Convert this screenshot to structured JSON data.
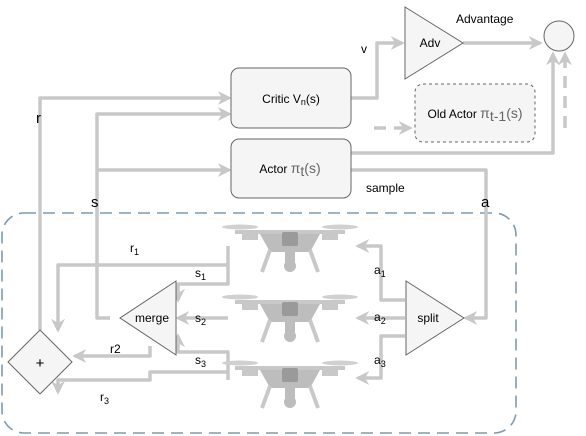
{
  "colors": {
    "arrow": "#c8c8c8",
    "box_fill": "#f5f5f5",
    "box_stroke": "#666666",
    "dash_frame": "#7f9bb1",
    "drone": "#c8c8c8"
  },
  "nodes": {
    "critic": {
      "label": "Critic V",
      "sub": "n",
      "suffix": "(s)"
    },
    "actor": {
      "label": "Actor ",
      "pi": "π",
      "sub": "t",
      "suffix": "(s)"
    },
    "old_actor": {
      "label": "Old Actor ",
      "pi": "π",
      "sub": "t-1",
      "suffix": "(s)"
    },
    "adv": {
      "label": "Adv"
    },
    "merge": {
      "label": "merge"
    },
    "split": {
      "label": "split"
    },
    "plus": {
      "label": "+"
    }
  },
  "edge_labels": {
    "v": "v",
    "advantage": "Advantage",
    "r": "r",
    "s": "s",
    "a": "a",
    "sample": "sample",
    "r1": {
      "base": "r",
      "sub": "1"
    },
    "r2": "r2",
    "r3": {
      "base": "r",
      "sub": "3"
    },
    "s1": {
      "base": "s",
      "sub": "1"
    },
    "s2": {
      "base": "s",
      "sub": "2"
    },
    "s3": {
      "base": "s",
      "sub": "3"
    },
    "a1": {
      "base": "a",
      "sub": "1"
    },
    "a2": {
      "base": "a",
      "sub": "2"
    },
    "a3": {
      "base": "a",
      "sub": "3"
    }
  },
  "icons": [
    "drone-icon",
    "drone-icon",
    "drone-icon"
  ]
}
